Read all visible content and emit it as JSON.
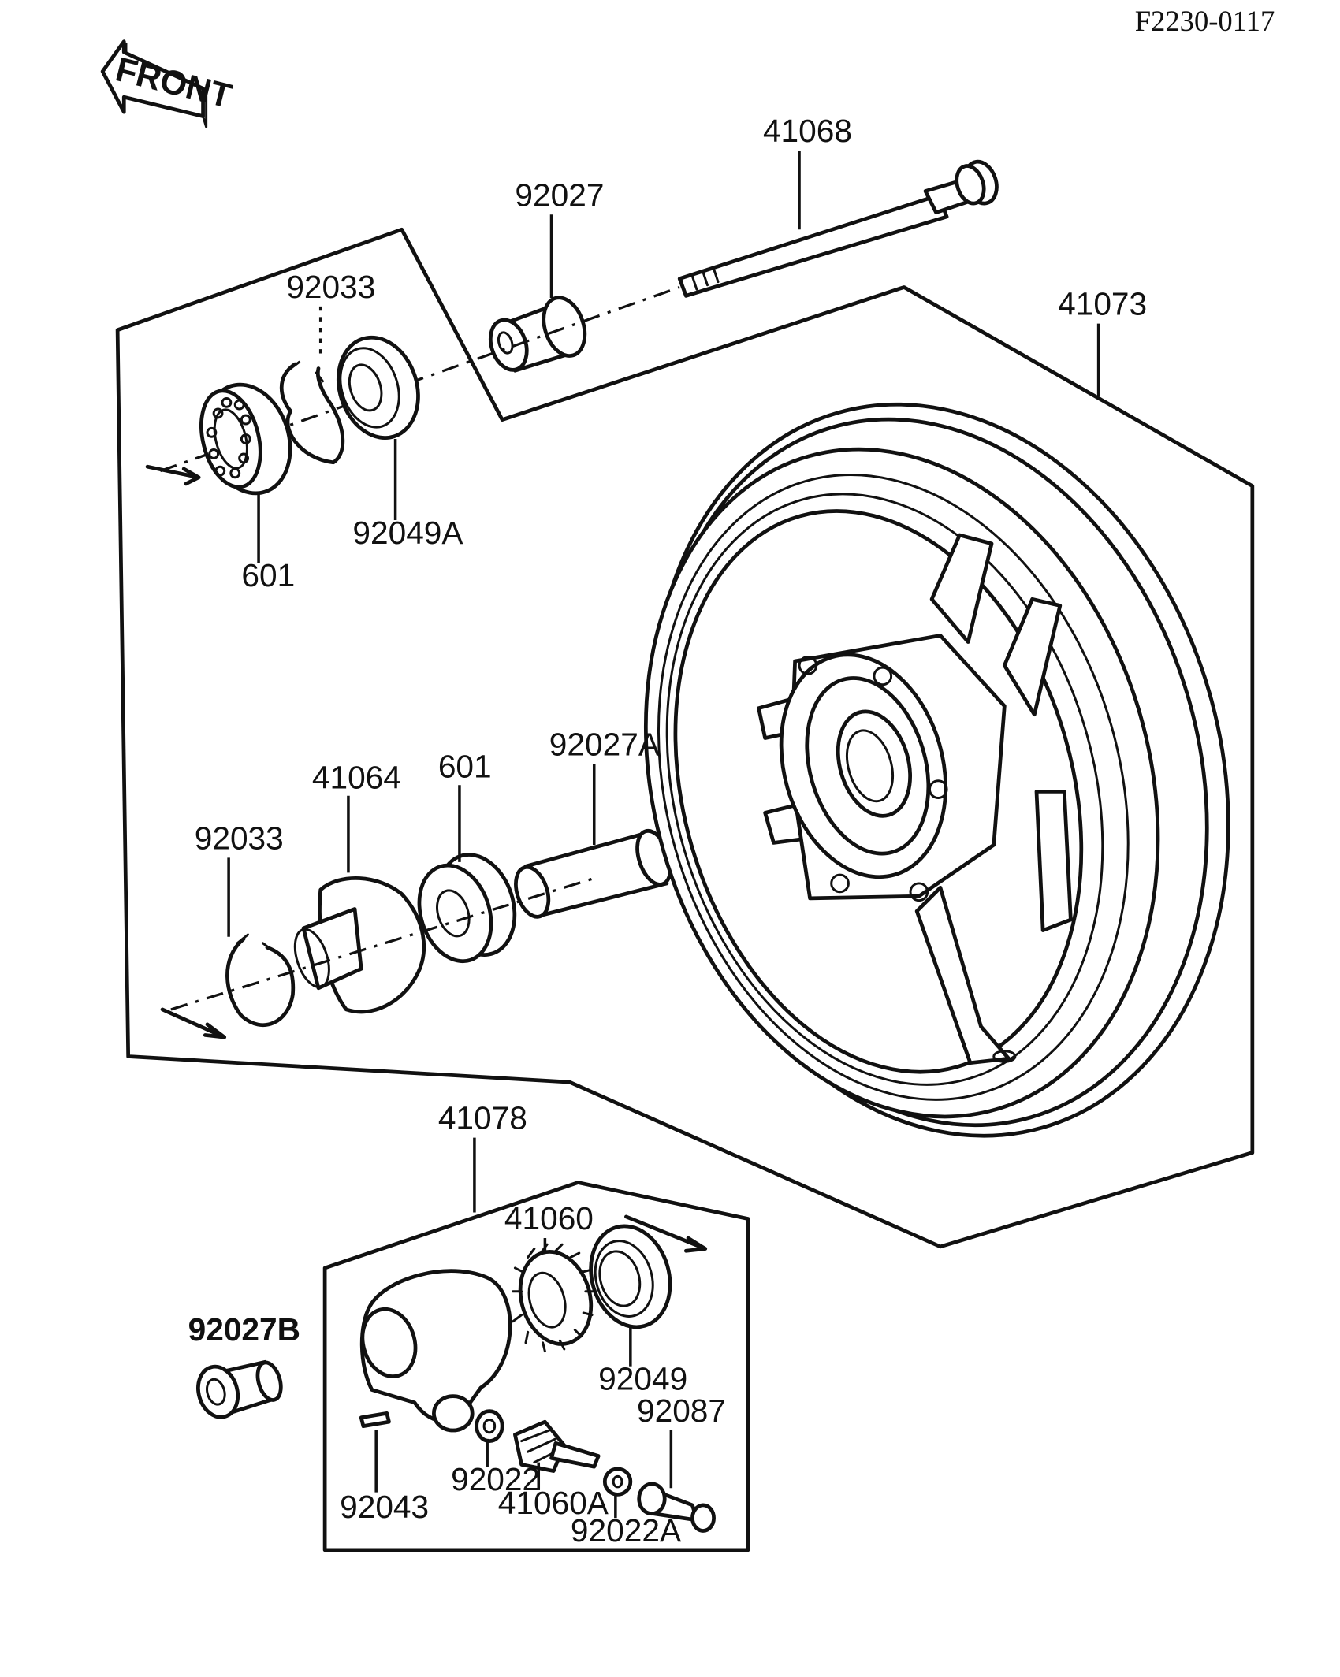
{
  "diagram_code": "F2230-0117",
  "front_arrow_label": "FRONT",
  "parts": {
    "p41068": "41068",
    "p92027": "92027",
    "p41073": "41073",
    "p92033_top": "92033",
    "p92049A": "92049A",
    "p601_top": "601",
    "p41064": "41064",
    "p601_mid": "601",
    "p92027A": "92027A",
    "p92033_mid": "92033",
    "p41078": "41078",
    "p41060": "41060",
    "p92027B": "92027B",
    "p92049": "92049",
    "p92087": "92087",
    "p92022": "92022",
    "p92043": "92043",
    "p41060A": "41060A",
    "p92022A": "92022A"
  }
}
